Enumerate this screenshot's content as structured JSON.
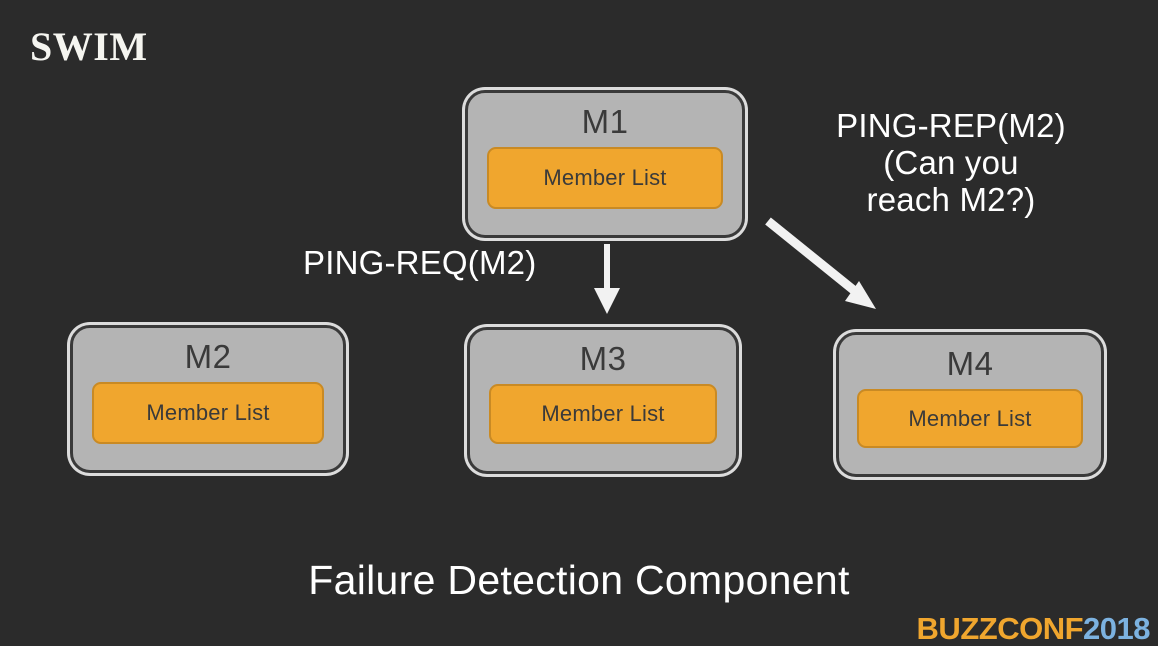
{
  "slide": {
    "title": "SWIM",
    "caption": "Failure Detection Component",
    "background_color": "#2b2b2b",
    "title_color": "#f5f5f0"
  },
  "colors": {
    "node_fill": "#b4b4b4",
    "node_border": "#3a3a3a",
    "node_outer_ring": "#dcdcdc",
    "member_list_fill": "#f0a62e",
    "member_list_border": "#c98a24",
    "text_light": "#ffffff",
    "text_dark": "#3a3a3a",
    "logo_orange": "#f0a62e",
    "logo_blue": "#7cb2e0"
  },
  "nodes": [
    {
      "id": "m1",
      "label": "M1",
      "member_list_label": "Member List"
    },
    {
      "id": "m2",
      "label": "M2",
      "member_list_label": "Member List"
    },
    {
      "id": "m3",
      "label": "M3",
      "member_list_label": "Member List"
    },
    {
      "id": "m4",
      "label": "M4",
      "member_list_label": "Member List"
    }
  ],
  "edges": [
    {
      "id": "ping-req",
      "label": "PING-REQ(M2)",
      "from": "M1",
      "to": "M3",
      "direction": "down"
    },
    {
      "id": "ping-rep",
      "label": "PING-REP(M2)\n(Can you\nreach M2?)",
      "from": "M1",
      "to": "M4",
      "direction": "diagonal-down-right"
    }
  ],
  "logo": {
    "part_a": "BUZZ",
    "part_b": "CONF",
    "part_c": "2018"
  }
}
